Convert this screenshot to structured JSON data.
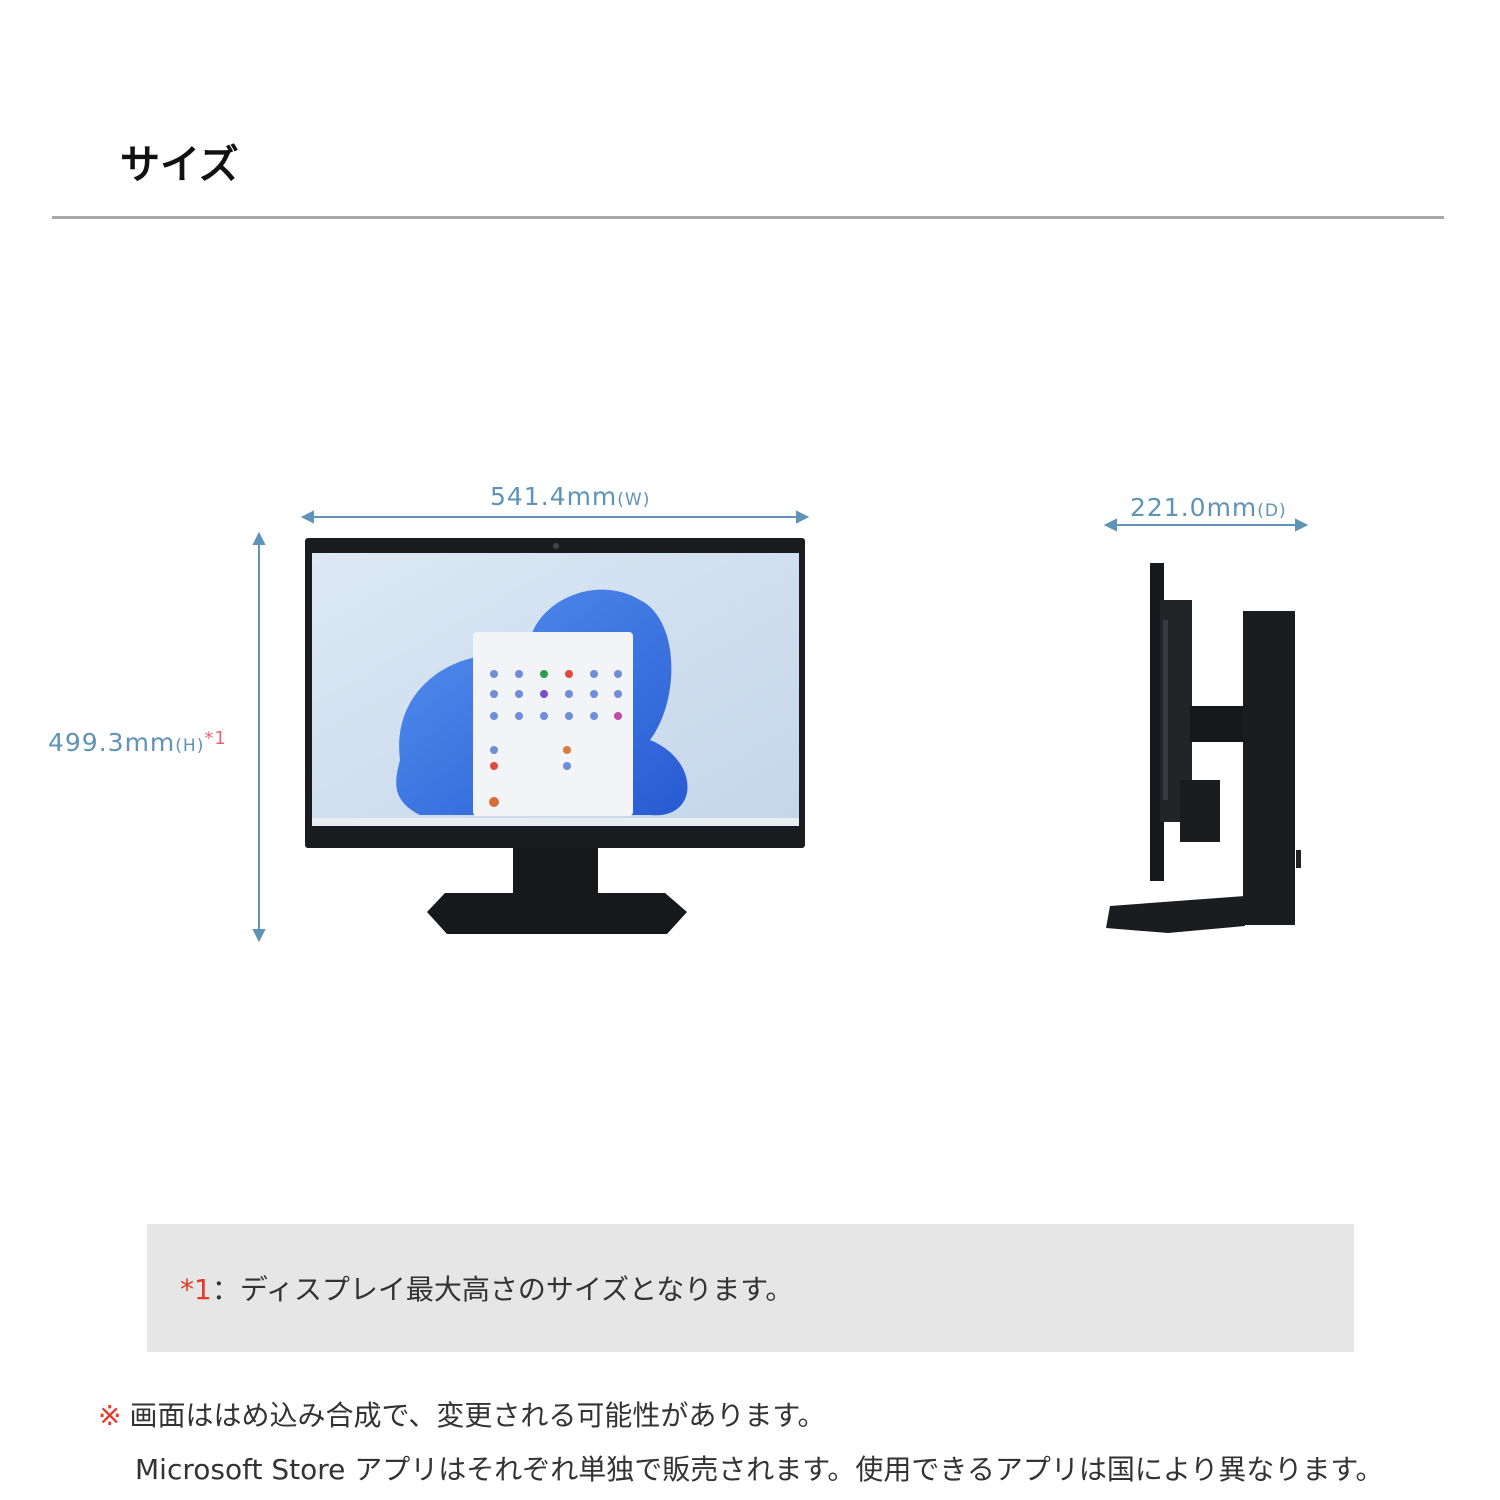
{
  "header": {
    "title": "サイズ"
  },
  "dimensions": {
    "width": {
      "value": "541.4mm",
      "unit": "(W)"
    },
    "height": {
      "value": "499.3mm",
      "unit": "(H)",
      "footnote_mark": "*1"
    },
    "depth": {
      "value": "221.0mm",
      "unit": "(D)"
    }
  },
  "footnote": {
    "mark": "*1",
    "text": "：ディスプレイ最大高さのサイズとなります。"
  },
  "remarks": {
    "mark": "※",
    "line1": "画面ははめ込み合成で、変更される可能性があります。",
    "line2": "Microsoft Store アプリはそれぞれ単独で販売されます。使用できるアプリは国により異なります。"
  },
  "colors": {
    "dimension_line": "#5f93b8",
    "accent_mark": "#e53a2a",
    "note_background": "#e6e6e6"
  }
}
